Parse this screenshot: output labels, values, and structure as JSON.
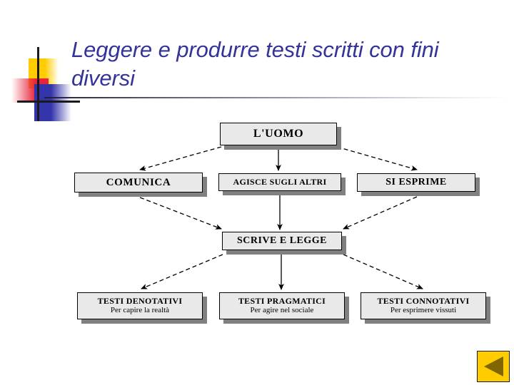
{
  "slide": {
    "title": "Leggere e produrre testi scritti con fini diversi",
    "title_color": "#333399",
    "background": "#ffffff"
  },
  "logo": {
    "name": "blends-design-logo",
    "colors": {
      "yellow": "#ffcc00",
      "red": "#e8243c",
      "blue": "#3333aa",
      "cross": "#1a1a1a"
    }
  },
  "diagram": {
    "type": "flowchart",
    "node_fill": "#e9e9e9",
    "node_border": "#000000",
    "node_shadow": "#808080",
    "nodes": [
      {
        "id": "uomo",
        "level": 1,
        "title": "L'UOMO",
        "subtitle": ""
      },
      {
        "id": "comunica",
        "level": 2,
        "title": "COMUNICA",
        "subtitle": ""
      },
      {
        "id": "agisce",
        "level": 2,
        "title": "AGISCE SUGLI ALTRI",
        "subtitle": ""
      },
      {
        "id": "esprime",
        "level": 2,
        "title": "SI ESPRIME",
        "subtitle": ""
      },
      {
        "id": "scrive",
        "level": 3,
        "title": "SCRIVE E LEGGE",
        "subtitle": ""
      },
      {
        "id": "denotativi",
        "level": 4,
        "title": "TESTI DENOTATIVI",
        "subtitle": "Per capire la realtà"
      },
      {
        "id": "pragmatici",
        "level": 4,
        "title": "TESTI PRAGMATICI",
        "subtitle": "Per agire nel sociale"
      },
      {
        "id": "connotativi",
        "level": 4,
        "title": "TESTI CONNOTATIVI",
        "subtitle": "Per esprimere vissuti"
      }
    ],
    "edges": [
      {
        "from": "uomo",
        "to": "comunica",
        "style": "dashed"
      },
      {
        "from": "uomo",
        "to": "agisce",
        "style": "solid"
      },
      {
        "from": "uomo",
        "to": "esprime",
        "style": "dashed"
      },
      {
        "from": "comunica",
        "to": "scrive",
        "style": "dashed"
      },
      {
        "from": "agisce",
        "to": "scrive",
        "style": "solid"
      },
      {
        "from": "esprime",
        "to": "scrive",
        "style": "dashed"
      },
      {
        "from": "scrive",
        "to": "denotativi",
        "style": "dashed"
      },
      {
        "from": "scrive",
        "to": "pragmatici",
        "style": "solid"
      },
      {
        "from": "scrive",
        "to": "connotativi",
        "style": "dashed"
      }
    ]
  },
  "nav": {
    "back_label": "",
    "back_icon": "triangle-left-icon",
    "button_color": "#ffcc00",
    "triangle_color": "#806600"
  }
}
